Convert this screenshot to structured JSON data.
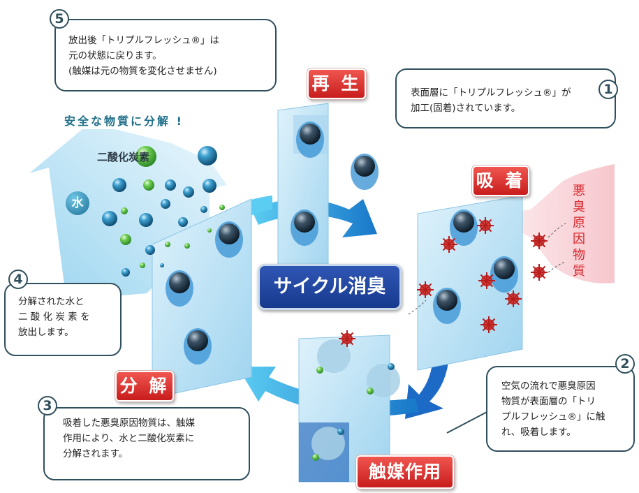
{
  "callouts": [
    {
      "id": "1",
      "lines": [
        "表面層に「トリプルフレッシュ®」が",
        "加工(固着)されています。"
      ]
    },
    {
      "id": "2",
      "lines": [
        "空気の流れで悪臭原因",
        "物質が表面層の「トリ",
        "プルフレッシュ®」に触",
        "れ、吸着します。"
      ]
    },
    {
      "id": "3",
      "lines": [
        "吸着した悪臭原因物質は、触媒",
        "作用により、水と二酸化炭素に",
        "分解されます。"
      ]
    },
    {
      "id": "4",
      "lines": [
        "分解された水と",
        "二 酸 化 炭 素 を",
        "放出します。"
      ]
    },
    {
      "id": "5",
      "lines": [
        "放出後「トリプルフレッシュ®」は",
        "元の状態に戻ります。",
        "(触媒は元の物質を変化させません)"
      ]
    }
  ],
  "stages": {
    "regenerate": "再 生",
    "adsorb": "吸 着",
    "catalyst": "触媒作用",
    "decompose": "分 解"
  },
  "center_label": "サイクル消臭",
  "safe_heading": "安全な物質に分解 !",
  "molecules": {
    "co2": "二酸化炭素",
    "water": "水"
  },
  "odor_label": "悪臭原因物質",
  "colors": {
    "callout_border": "#2f4f5c",
    "stage_red": "#d8262b",
    "center_blue": "#1f3f9a",
    "arrow_blue": "#2aa3d8",
    "panel_blue": "#bfe4f7",
    "odor_red": "#d8262b",
    "molecule_blue": "#1a5f86",
    "molecule_green": "#5cb84a"
  }
}
